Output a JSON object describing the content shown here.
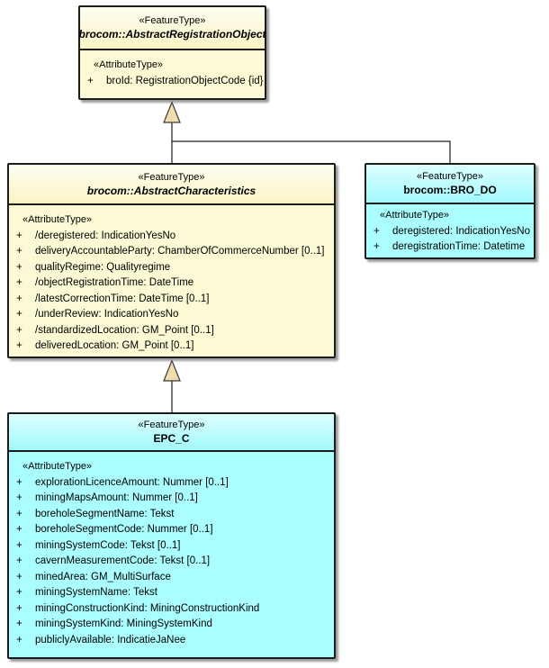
{
  "diagram": {
    "type": "uml-class-diagram",
    "relationship": "generalization",
    "colors": {
      "yellow_fill": "#FCFAD4",
      "cyan_fill": "#ABFEFF",
      "border": "#1C1C1C",
      "arrow_fill": "#F0DCAC",
      "shadow": "#7D7D7D"
    }
  },
  "classes": [
    {
      "stereotype": "«FeatureType»",
      "name": "brocom::AbstractRegistrationObject",
      "abstract": true,
      "attr_stereotype": "«AttributeType»",
      "attributes": [
        {
          "vis": "+",
          "text": "broId: RegistrationObjectCode {id}"
        }
      ]
    },
    {
      "stereotype": "«FeatureType»",
      "name": "brocom::AbstractCharacteristics",
      "abstract": true,
      "attr_stereotype": "«AttributeType»",
      "attributes": [
        {
          "vis": "+",
          "text": "/deregistered: IndicationYesNo"
        },
        {
          "vis": "+",
          "text": "deliveryAccountableParty: ChamberOfCommerceNumber [0..1]"
        },
        {
          "vis": "+",
          "text": "qualityRegime: Qualityregime"
        },
        {
          "vis": "+",
          "text": "/objectRegistrationTime: DateTime"
        },
        {
          "vis": "+",
          "text": "/latestCorrectionTime: DateTime [0..1]"
        },
        {
          "vis": "+",
          "text": "/underReview: IndicationYesNo"
        },
        {
          "vis": "+",
          "text": "/standardizedLocation: GM_Point [0..1]"
        },
        {
          "vis": "+",
          "text": "deliveredLocation: GM_Point [0..1]"
        }
      ]
    },
    {
      "stereotype": "«FeatureType»",
      "name": "brocom::BRO_DO",
      "abstract": false,
      "attr_stereotype": "«AttributeType»",
      "attributes": [
        {
          "vis": "+",
          "text": "deregistered: IndicationYesNo"
        },
        {
          "vis": "+",
          "text": "deregistrationTime: Datetime"
        }
      ]
    },
    {
      "stereotype": "«FeatureType»",
      "name": "EPC_C",
      "abstract": false,
      "attr_stereotype": "«AttributeType»",
      "attributes": [
        {
          "vis": "+",
          "text": "explorationLicenceAmount: Nummer [0..1]"
        },
        {
          "vis": "+",
          "text": "miningMapsAmount: Nummer [0..1]"
        },
        {
          "vis": "+",
          "text": "boreholeSegmentName: Tekst"
        },
        {
          "vis": "+",
          "text": "boreholeSegmentCode: Nummer [0..1]"
        },
        {
          "vis": "+",
          "text": "miningSystemCode: Tekst [0..1]"
        },
        {
          "vis": "+",
          "text": "cavernMeasurementCode: Tekst [0..1]"
        },
        {
          "vis": "+",
          "text": "minedArea: GM_MultiSurface"
        },
        {
          "vis": "+",
          "text": "miningSystemName: Tekst"
        },
        {
          "vis": "+",
          "text": "miningConstructionKind: MiningConstructionKind"
        },
        {
          "vis": "+",
          "text": "miningSystemKind: MiningSystemKind"
        },
        {
          "vis": "+",
          "text": "publiclyAvailable: IndicatieJaNee"
        }
      ]
    }
  ]
}
